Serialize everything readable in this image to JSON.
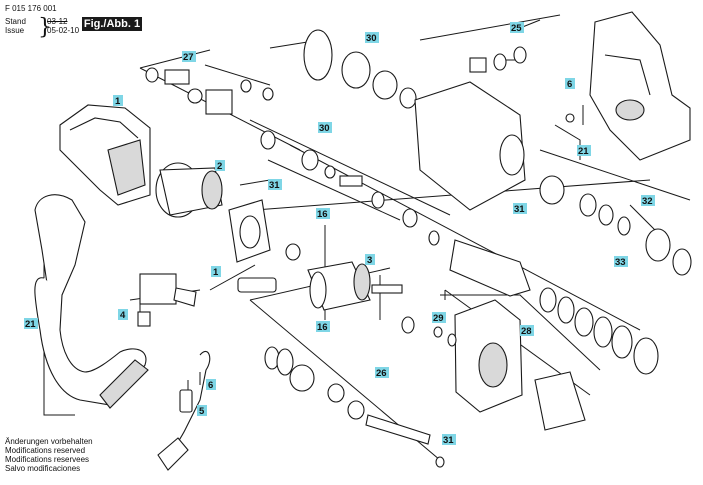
{
  "header": {
    "doc_number": "F 015 176 001",
    "stand_label": "Stand",
    "issue_label": "Issue",
    "stand_value": "03-12",
    "issue_value": "05-02-10",
    "figure_label": "Fig./Abb. 1"
  },
  "footer_notes": [
    "Änderungen vorbehalten",
    "Modifications reserved",
    "Modifications reservees",
    "Salvo modificaciones"
  ],
  "colors": {
    "callout_fill": "#7fd6e6",
    "line": "#1a1a1a",
    "part_fill": "#ffffff",
    "shade": "#d9d9d9"
  },
  "callouts": [
    {
      "id": "c1a",
      "label": "1"
    },
    {
      "id": "c1b",
      "label": "1"
    },
    {
      "id": "c2",
      "label": "2"
    },
    {
      "id": "c3",
      "label": "3"
    },
    {
      "id": "c4",
      "label": "4"
    },
    {
      "id": "c5",
      "label": "5"
    },
    {
      "id": "c6a",
      "label": "6"
    },
    {
      "id": "c6b",
      "label": "6"
    },
    {
      "id": "c16a",
      "label": "16"
    },
    {
      "id": "c16b",
      "label": "16"
    },
    {
      "id": "c21a",
      "label": "21"
    },
    {
      "id": "c21b",
      "label": "21"
    },
    {
      "id": "c25",
      "label": "25"
    },
    {
      "id": "c26",
      "label": "26"
    },
    {
      "id": "c27",
      "label": "27"
    },
    {
      "id": "c28",
      "label": "28"
    },
    {
      "id": "c29",
      "label": "29"
    },
    {
      "id": "c30a",
      "label": "30"
    },
    {
      "id": "c30b",
      "label": "30"
    },
    {
      "id": "c31a",
      "label": "31"
    },
    {
      "id": "c31b",
      "label": "31"
    },
    {
      "id": "c31c",
      "label": "31"
    },
    {
      "id": "c32",
      "label": "32"
    },
    {
      "id": "c33",
      "label": "33"
    }
  ]
}
